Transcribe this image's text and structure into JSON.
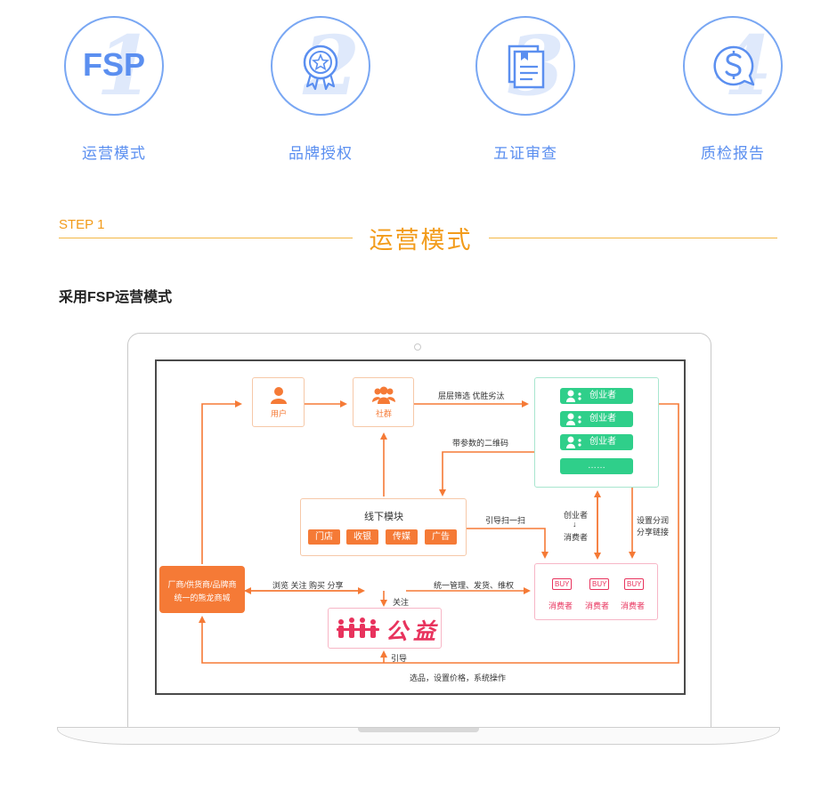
{
  "features": [
    {
      "label": "运营模式",
      "ghost": "1",
      "badge_text": "FSP",
      "icon": "fsp-text-icon"
    },
    {
      "label": "品牌授权",
      "ghost": "2",
      "icon": "award-badge-icon"
    },
    {
      "label": "五证审查",
      "ghost": "3",
      "icon": "certificate-documents-icon"
    },
    {
      "label": "质检报告",
      "ghost": "4",
      "icon": "s-chat-bubble-icon"
    }
  ],
  "section": {
    "step": "STEP 1",
    "title": "运营模式",
    "subtitle": "采用FSP运营模式"
  },
  "diagram": {
    "user": "用户",
    "community": "社群",
    "filter_label": "层层筛选 优胜劣汰",
    "creator": "创业者",
    "ellipsis": "……",
    "qr_label": "带参数的二维码",
    "offline_title": "线下模块",
    "offline_tags": [
      "门店",
      "收银",
      "传媒",
      "广告"
    ],
    "guide_scan": "引导扫一扫",
    "creator_to_consumer_top": "创业者",
    "creator_to_consumer_arrow": "↓",
    "creator_to_consumer_bottom": "消费者",
    "share_top": "设置分润",
    "share_bottom": "分享链接",
    "mall_line1": "厂商/供货商/品牌商",
    "mall_line2": "统一的熊龙商城",
    "browse_label": "浏览 关注 购买 分享",
    "manage_label": "统一管理、发货、维权",
    "buy_badge": "BUY",
    "consumer": "消费者",
    "follow_label": "关注",
    "charity_text": "公益",
    "guide_label": "引导",
    "bottom_label": "选品，设置价格，系统操作"
  },
  "colors": {
    "accent_blue": "#5b8ff0",
    "accent_orange": "#f29b1a",
    "flow_orange": "#f57a36",
    "creator_green": "#2fcf8a",
    "consumer_red": "#e8335d"
  }
}
